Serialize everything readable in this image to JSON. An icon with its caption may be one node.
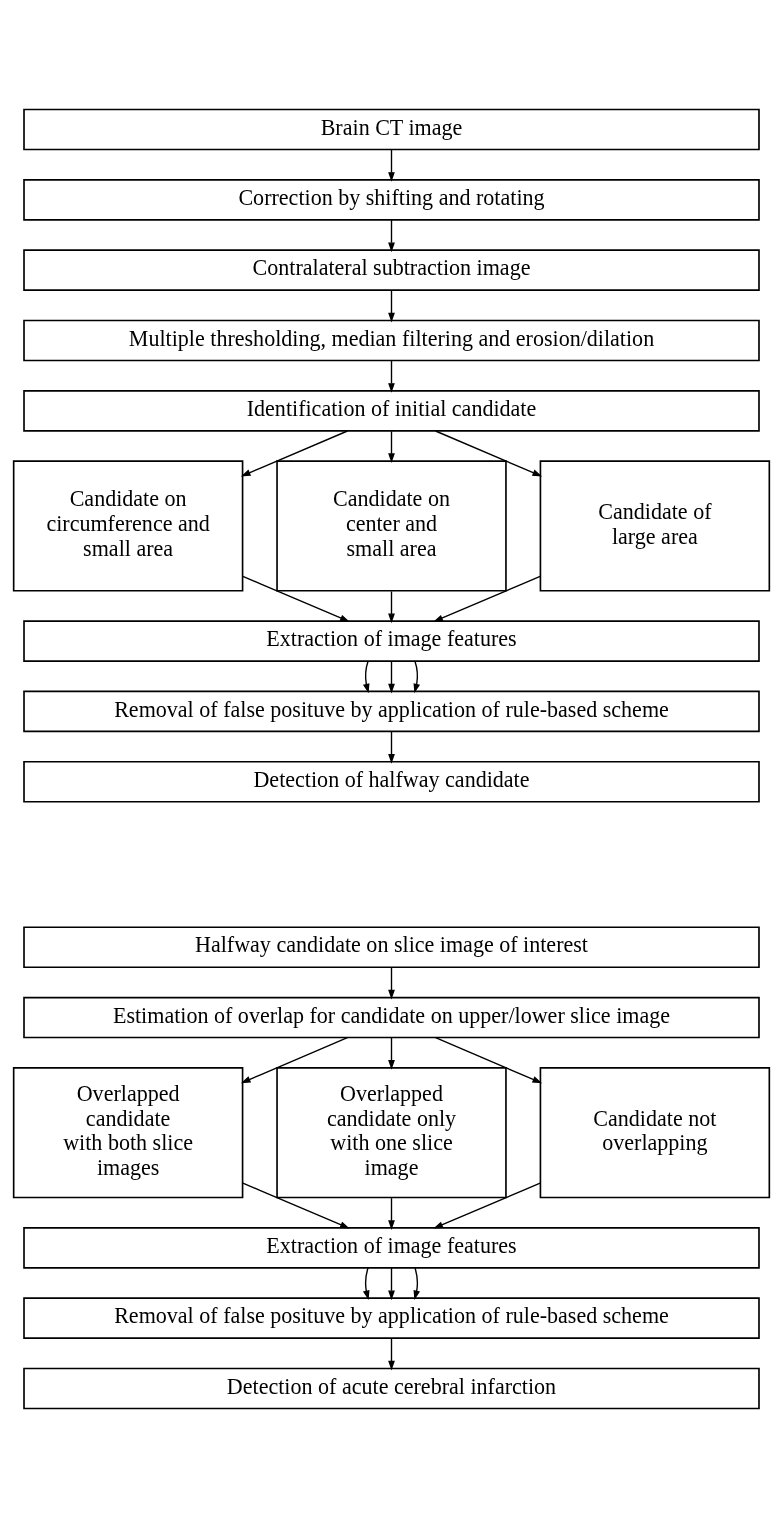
{
  "diagram": {
    "nodes": [
      {
        "text": [
          "Brain CT image"
        ]
      },
      {
        "text": [
          "Correction by shifting and rotating"
        ]
      },
      {
        "text": [
          "Contralateral subtraction image"
        ]
      },
      {
        "text": [
          "Multiple thresholding, median filtering and erosion/dilation"
        ]
      },
      {
        "text": [
          "Identification of initial candidate"
        ]
      },
      {
        "text": [
          "Candidate on circumference and small area"
        ]
      },
      {
        "text": [
          "Candidate on center and small area"
        ]
      },
      {
        "text": [
          "Candidate of large area"
        ]
      },
      {
        "text": [
          "Extraction of image features"
        ]
      },
      {
        "text": [
          "Removal of false posituve by application of rule-based scheme"
        ]
      },
      {
        "text": [
          "Detection of halfway candidate"
        ]
      },
      {
        "text": [
          "Halfway candidate on slice image of interest"
        ]
      },
      {
        "text": [
          "Estimation of overlap for candidate on upper/lower slice image"
        ]
      },
      {
        "text": [
          "Overlapped candidate with both slice images"
        ]
      },
      {
        "text": [
          "Overlapped candidate only with one slice image"
        ]
      },
      {
        "text": [
          "Candidate not overlapping"
        ]
      },
      {
        "text": [
          "Extraction of image features"
        ]
      },
      {
        "text": [
          "Removal of false posituve by application of rule-based scheme"
        ]
      },
      {
        "text": [
          "Detection of acute cerebral infarction"
        ]
      }
    ],
    "edges": [
      {
        "from": 0,
        "to": 1,
        "arrow": "to"
      },
      {
        "from": 1,
        "to": 2,
        "arrow": "to"
      },
      {
        "from": 2,
        "to": 3,
        "arrow": "to"
      },
      {
        "from": 3,
        "to": 4,
        "arrow": "to"
      },
      {
        "from": 4,
        "to": 5,
        "arrow": "to"
      },
      {
        "from": 4,
        "to": 6,
        "arrow": "to"
      },
      {
        "from": 4,
        "to": 7,
        "arrow": "to"
      },
      {
        "from": 5,
        "to": 8,
        "arrow": "to"
      },
      {
        "from": 6,
        "to": 8,
        "arrow": "to"
      },
      {
        "from": 7,
        "to": 8,
        "arrow": "to"
      },
      {
        "from": 8,
        "to": 9,
        "arrow": "to"
      },
      {
        "from": 8,
        "to": 9,
        "arrow": "to"
      },
      {
        "from": 8,
        "to": 9,
        "arrow": "to"
      },
      {
        "from": 9,
        "to": 10,
        "arrow": "to"
      },
      {
        "from": 11,
        "to": 12,
        "arrow": "to"
      },
      {
        "from": 12,
        "to": 13,
        "arrow": "to"
      },
      {
        "from": 12,
        "to": 14,
        "arrow": "to"
      },
      {
        "from": 12,
        "to": 15,
        "arrow": "to"
      },
      {
        "from": 13,
        "to": 16,
        "arrow": "to"
      },
      {
        "from": 14,
        "to": 16,
        "arrow": "to"
      },
      {
        "from": 15,
        "to": 16,
        "arrow": "to"
      },
      {
        "from": 16,
        "to": 17,
        "arrow": "to"
      },
      {
        "from": 16,
        "to": 17,
        "arrow": "to"
      },
      {
        "from": 16,
        "to": 17,
        "arrow": "to"
      },
      {
        "from": 17,
        "to": 18,
        "arrow": "to"
      }
    ]
  }
}
